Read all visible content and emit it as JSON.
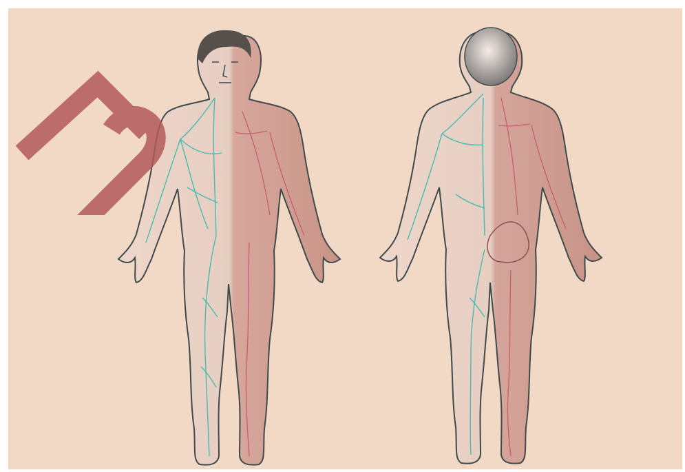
{
  "image": {
    "subject": "anatomical-figures",
    "views": [
      "front",
      "back"
    ]
  },
  "colors": {
    "paper": "#f1d9c6",
    "skin": "#e9c7b5",
    "skin_shadow": "#d9ab9c",
    "outline": "#3f4a4c",
    "lymph": "#35b8ad",
    "vessel": "#c8506b",
    "watermark": "#b35a5a"
  },
  "watermark": {
    "text": "ВГ"
  }
}
